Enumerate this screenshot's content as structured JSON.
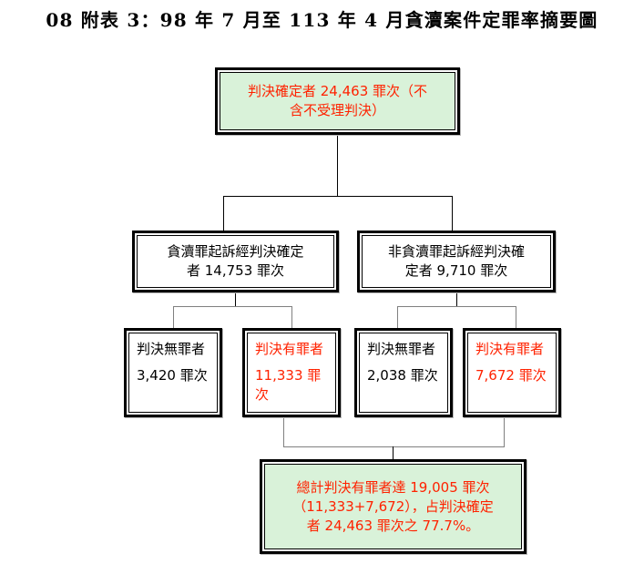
{
  "title": "08 附表 3：98 年 7 月至 113 年 4 月貪瀆案件定罪率摘要圖",
  "colors": {
    "green_fill": "#d9f2d9",
    "red_text": "#ff2200",
    "black_text": "#000000",
    "border": "#000000",
    "page_background": "#ffffff"
  },
  "nodes": {
    "root": {
      "line1": "判決確定者 24,463 罪次（不",
      "line2": "含不受理判決）"
    },
    "branch_left": {
      "line1": "貪瀆罪起訴經判決確定",
      "line2": "者 14,753 罪次"
    },
    "branch_right": {
      "line1": "非貪瀆罪起訴經判決確",
      "line2": "定者 9,710 罪次"
    },
    "leaf_1": {
      "line1": "判決無罪者",
      "line2": "3,420 罪次"
    },
    "leaf_2": {
      "line1": "判決有罪者",
      "line2": "11,333 罪次"
    },
    "leaf_3": {
      "line1": "判決無罪者",
      "line2": "2,038 罪次"
    },
    "leaf_4": {
      "line1": "判決有罪者",
      "line2": "7,672 罪次"
    },
    "summary": {
      "line1": "總計判決有罪者達 19,005 罪次",
      "line2": "（11,333+7,672），占判決確定",
      "line3": "者 24,463 罪次之 77.7%。"
    }
  },
  "chart_data": {
    "type": "diagram",
    "title": "08 附表 3：98 年 7 月至 113 年 4 月貪瀆案件定罪率摘要圖",
    "unit": "罪次",
    "total_determined_judgments": 24463,
    "nodes": [
      {
        "id": "root",
        "label": "判決確定者（不含不受理判決）",
        "value": 24463,
        "parent": null
      },
      {
        "id": "branch_left",
        "label": "貪瀆罪起訴經判決確定者",
        "value": 14753,
        "parent": "root"
      },
      {
        "id": "branch_right",
        "label": "非貪瀆罪起訴經判決確定者",
        "value": 9710,
        "parent": "root"
      },
      {
        "id": "leaf_1",
        "label": "判決無罪者",
        "value": 3420,
        "parent": "branch_left"
      },
      {
        "id": "leaf_2",
        "label": "判決有罪者",
        "value": 11333,
        "parent": "branch_left"
      },
      {
        "id": "leaf_3",
        "label": "判決無罪者",
        "value": 2038,
        "parent": "branch_right"
      },
      {
        "id": "leaf_4",
        "label": "判決有罪者",
        "value": 7672,
        "parent": "branch_right"
      },
      {
        "id": "summary",
        "label": "總計判決有罪者",
        "value": 19005,
        "parent": "leaf_2+leaf_4"
      }
    ],
    "guilty_total": 19005,
    "guilty_components": [
      11333,
      7672
    ],
    "conviction_rate_percent": 77.7
  }
}
